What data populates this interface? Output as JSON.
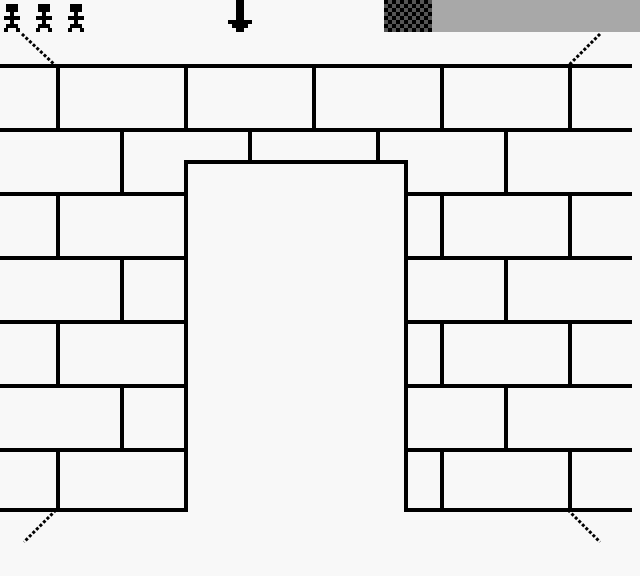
{
  "hud": {
    "lives": 3,
    "direction_indicator": "arrow-down-icon",
    "health_fraction": 0.19,
    "colors": {
      "background": "#f8f8f8",
      "ink": "#000000",
      "health_empty": "#a8a8a8",
      "health_fill_dark": "#000000",
      "health_fill_light": "#555555"
    }
  },
  "scene": {
    "type": "brick-wall-with-doorway"
  }
}
